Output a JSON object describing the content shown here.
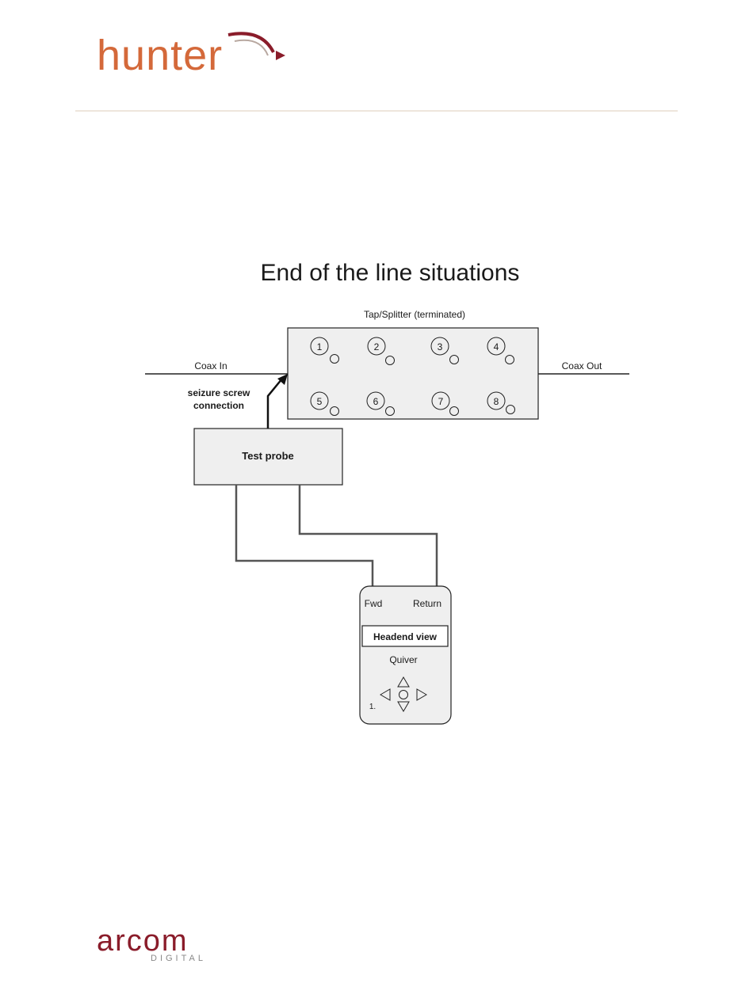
{
  "header": {
    "logo_text": "hunter",
    "colors": {
      "logo": "#d4693a",
      "swoosh": "#8a1c2a",
      "divider": "#e8ddd0"
    }
  },
  "diagram": {
    "title": "End of the line situations",
    "tap": {
      "label": "Tap/Splitter (terminated)",
      "ports": [
        "1",
        "2",
        "3",
        "4",
        "5",
        "6",
        "7",
        "8"
      ]
    },
    "coax_in": "Coax In",
    "coax_out": "Coax Out",
    "seizure_line1": "seizure screw",
    "seizure_line2": "connection",
    "probe": {
      "label": "Test probe"
    },
    "meter": {
      "fwd": "Fwd",
      "return": "Return",
      "screen": "Headend view",
      "name": "Quiver",
      "index": "1."
    }
  },
  "footer": {
    "logo_main": "arcom",
    "logo_sub": "DIGITAL",
    "colors": {
      "logo": "#8a1c2a",
      "sub": "#888888"
    }
  }
}
